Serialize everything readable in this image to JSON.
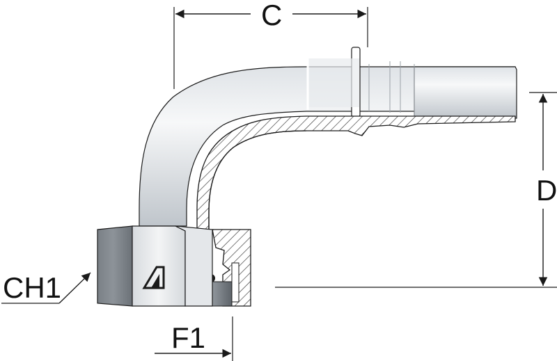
{
  "labels": {
    "c": "C",
    "d": "D",
    "ch1": "CH1",
    "f1": "F1"
  },
  "colors": {
    "line": "#1a1a1a",
    "metal_light": "#f0f2f4",
    "metal_mid": "#c9ced3",
    "metal_dark": "#8c9299",
    "hatch": "#333333",
    "hex_dark": "#6f757b"
  },
  "icons": {
    "logo": "brand-logo-icon"
  }
}
